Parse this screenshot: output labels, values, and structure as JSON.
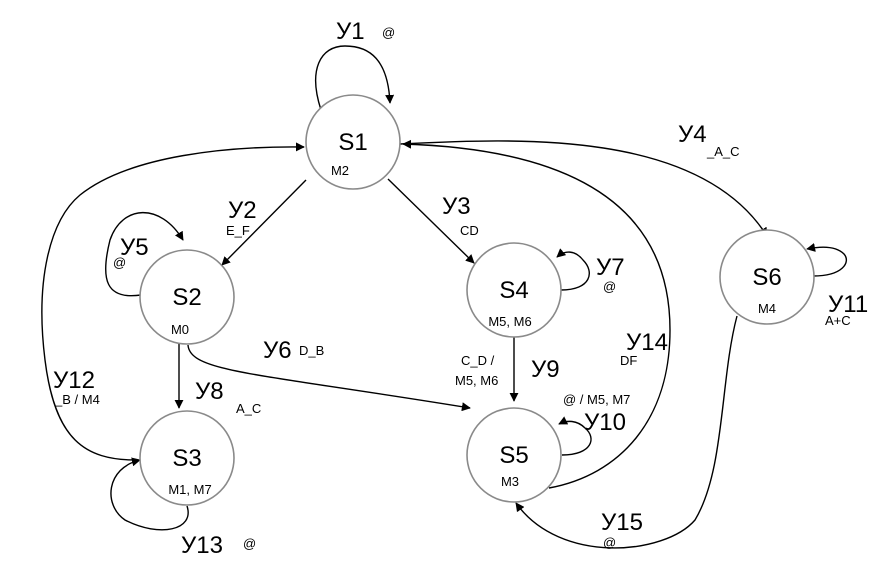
{
  "states": [
    {
      "id": "S1",
      "name": "S1",
      "output": "M2"
    },
    {
      "id": "S2",
      "name": "S2",
      "output": "M0"
    },
    {
      "id": "S3",
      "name": "S3",
      "output": "M1, M7"
    },
    {
      "id": "S4",
      "name": "S4",
      "output": "M5, M6"
    },
    {
      "id": "S5",
      "name": "S5",
      "output": "M3"
    },
    {
      "id": "S6",
      "name": "S6",
      "output": "M4"
    }
  ],
  "transitions": [
    {
      "id": "t1",
      "name": "У1",
      "condition": "@",
      "from": "S1",
      "to": "S1"
    },
    {
      "id": "t2",
      "name": "У2",
      "condition": "E_F",
      "from": "S1",
      "to": "S2"
    },
    {
      "id": "t3",
      "name": "У3",
      "condition": "CD",
      "from": "S1",
      "to": "S4"
    },
    {
      "id": "t4",
      "name": "У4",
      "condition": "_A_C",
      "from": "S1",
      "to": "S6"
    },
    {
      "id": "t5",
      "name": "У5",
      "condition": "@",
      "from": "S2",
      "to": "S2"
    },
    {
      "id": "t6",
      "name": "У6",
      "condition": "D_B",
      "from": "S2",
      "to": "S5"
    },
    {
      "id": "t7",
      "name": "У7",
      "condition": "@",
      "from": "S4",
      "to": "S4"
    },
    {
      "id": "t8",
      "name": "У8",
      "condition": "A_C",
      "from": "S2",
      "to": "S3"
    },
    {
      "id": "t9",
      "name": "У9",
      "condition": "C_D /",
      "condition2": "M5, M6",
      "from": "S4",
      "to": "S5"
    },
    {
      "id": "t10",
      "name": "У10",
      "condition": "@ / M5, M7",
      "from": "S5",
      "to": "S5"
    },
    {
      "id": "t11",
      "name": "У11",
      "condition": "A+C",
      "from": "S6",
      "to": "S6"
    },
    {
      "id": "t12",
      "name": "У12",
      "condition": "_B / M4",
      "from": "S3",
      "to": "S1"
    },
    {
      "id": "t13",
      "name": "У13",
      "condition": "@",
      "from": "S3",
      "to": "S3"
    },
    {
      "id": "t14",
      "name": "У14",
      "condition": "DF",
      "from": "S5",
      "to": "S1"
    },
    {
      "id": "t15",
      "name": "У15",
      "condition": "@",
      "from": "S6",
      "to": "S5"
    }
  ]
}
